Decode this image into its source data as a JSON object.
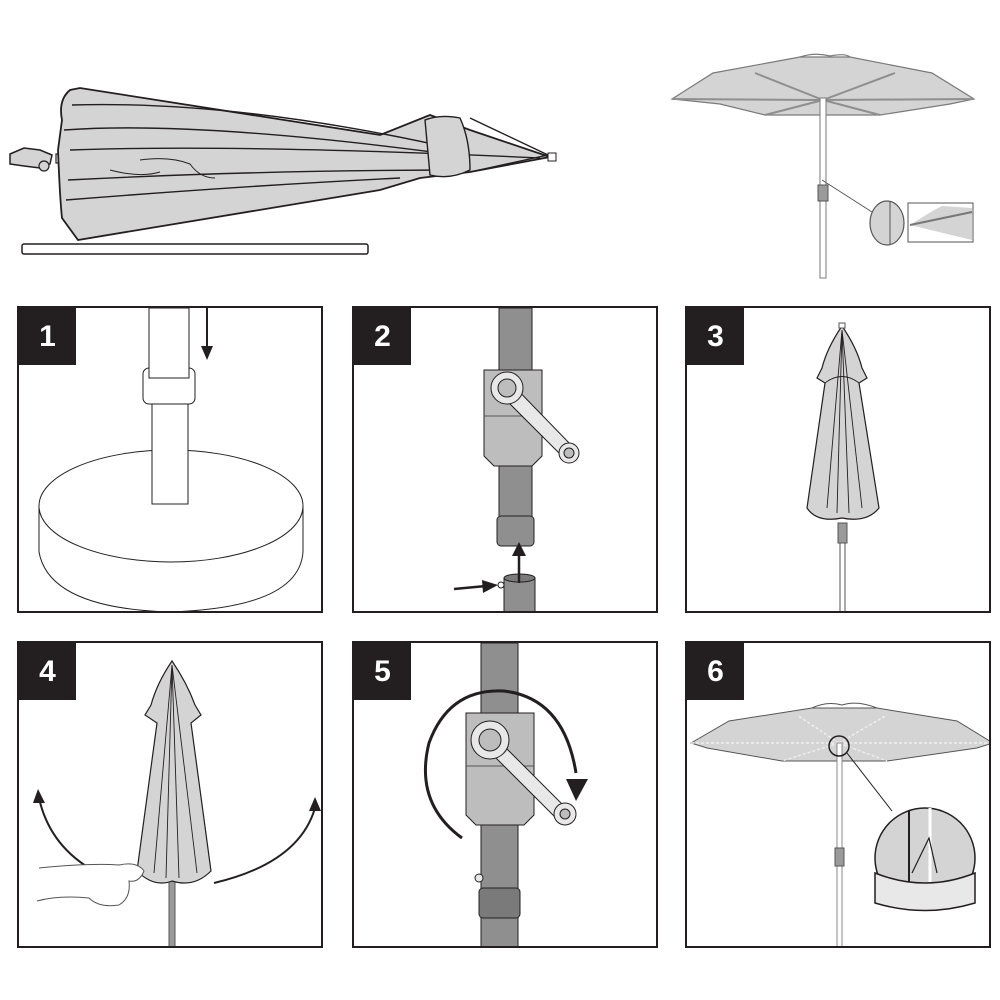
{
  "document": {
    "type": "assembly-instructions",
    "subject": "patio umbrella with crank and base"
  },
  "colors": {
    "line": "#231f20",
    "fabric": "#d4d4d4",
    "pole": "#8f8f8f",
    "crank_housing": "#bdbdbd",
    "badge_bg": "#231f20",
    "badge_text": "#ffffff"
  },
  "overview": {
    "closed_umbrella": {
      "label": "closed-umbrella-lying-on-side"
    },
    "open_umbrella": {
      "label": "open-umbrella-with-tilt-detail-callouts"
    }
  },
  "steps": [
    {
      "number": "1",
      "illustration": "pole-inserted-into-round-base",
      "arrows": [
        "down"
      ]
    },
    {
      "number": "2",
      "illustration": "join-upper-pole-with-crank-to-lower-pole",
      "arrows": [
        "up",
        "right-pointing-at-button"
      ]
    },
    {
      "number": "3",
      "illustration": "closed-umbrella-standing-upright",
      "arrows": []
    },
    {
      "number": "4",
      "illustration": "hand-loosening-canopy-fabric",
      "arrows": [
        "curve-up-left",
        "curve-up-right"
      ]
    },
    {
      "number": "5",
      "illustration": "turn-crank-clockwise-to-open",
      "arrows": [
        "circular-clockwise"
      ]
    },
    {
      "number": "6",
      "illustration": "open-umbrella-with-hub-detail-callout",
      "arrows": []
    }
  ]
}
